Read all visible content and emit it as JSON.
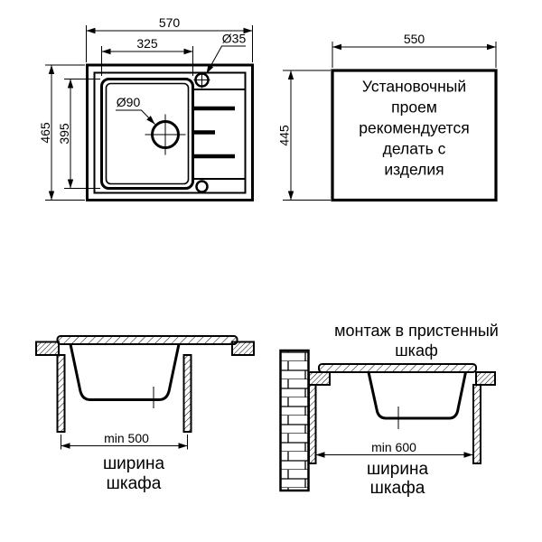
{
  "top_view": {
    "dim_width": "570",
    "dim_bowl_width": "325",
    "dim_height": "465",
    "dim_bowl_depth": "395",
    "faucet_hole_label": "Ø35",
    "drain_hole_label": "Ø90"
  },
  "cutout_view": {
    "dim_width": "550",
    "dim_height": "445",
    "note_line1": "Установочный",
    "note_line2": "проем",
    "note_line3": "рекомендуется",
    "note_line4": "делать с",
    "note_line5": "изделия"
  },
  "section_standard": {
    "dim_min_width": "min 500",
    "caption_line1": "ширина",
    "caption_line2": "шкафа"
  },
  "section_wall": {
    "title_line1": "монтаж в пристенный",
    "title_line2": "шкаф",
    "dim_min_width": "min 600",
    "caption_line1": "ширина",
    "caption_line2": "шкафа"
  },
  "colors": {
    "line_color": "#000000",
    "background": "#ffffff"
  }
}
